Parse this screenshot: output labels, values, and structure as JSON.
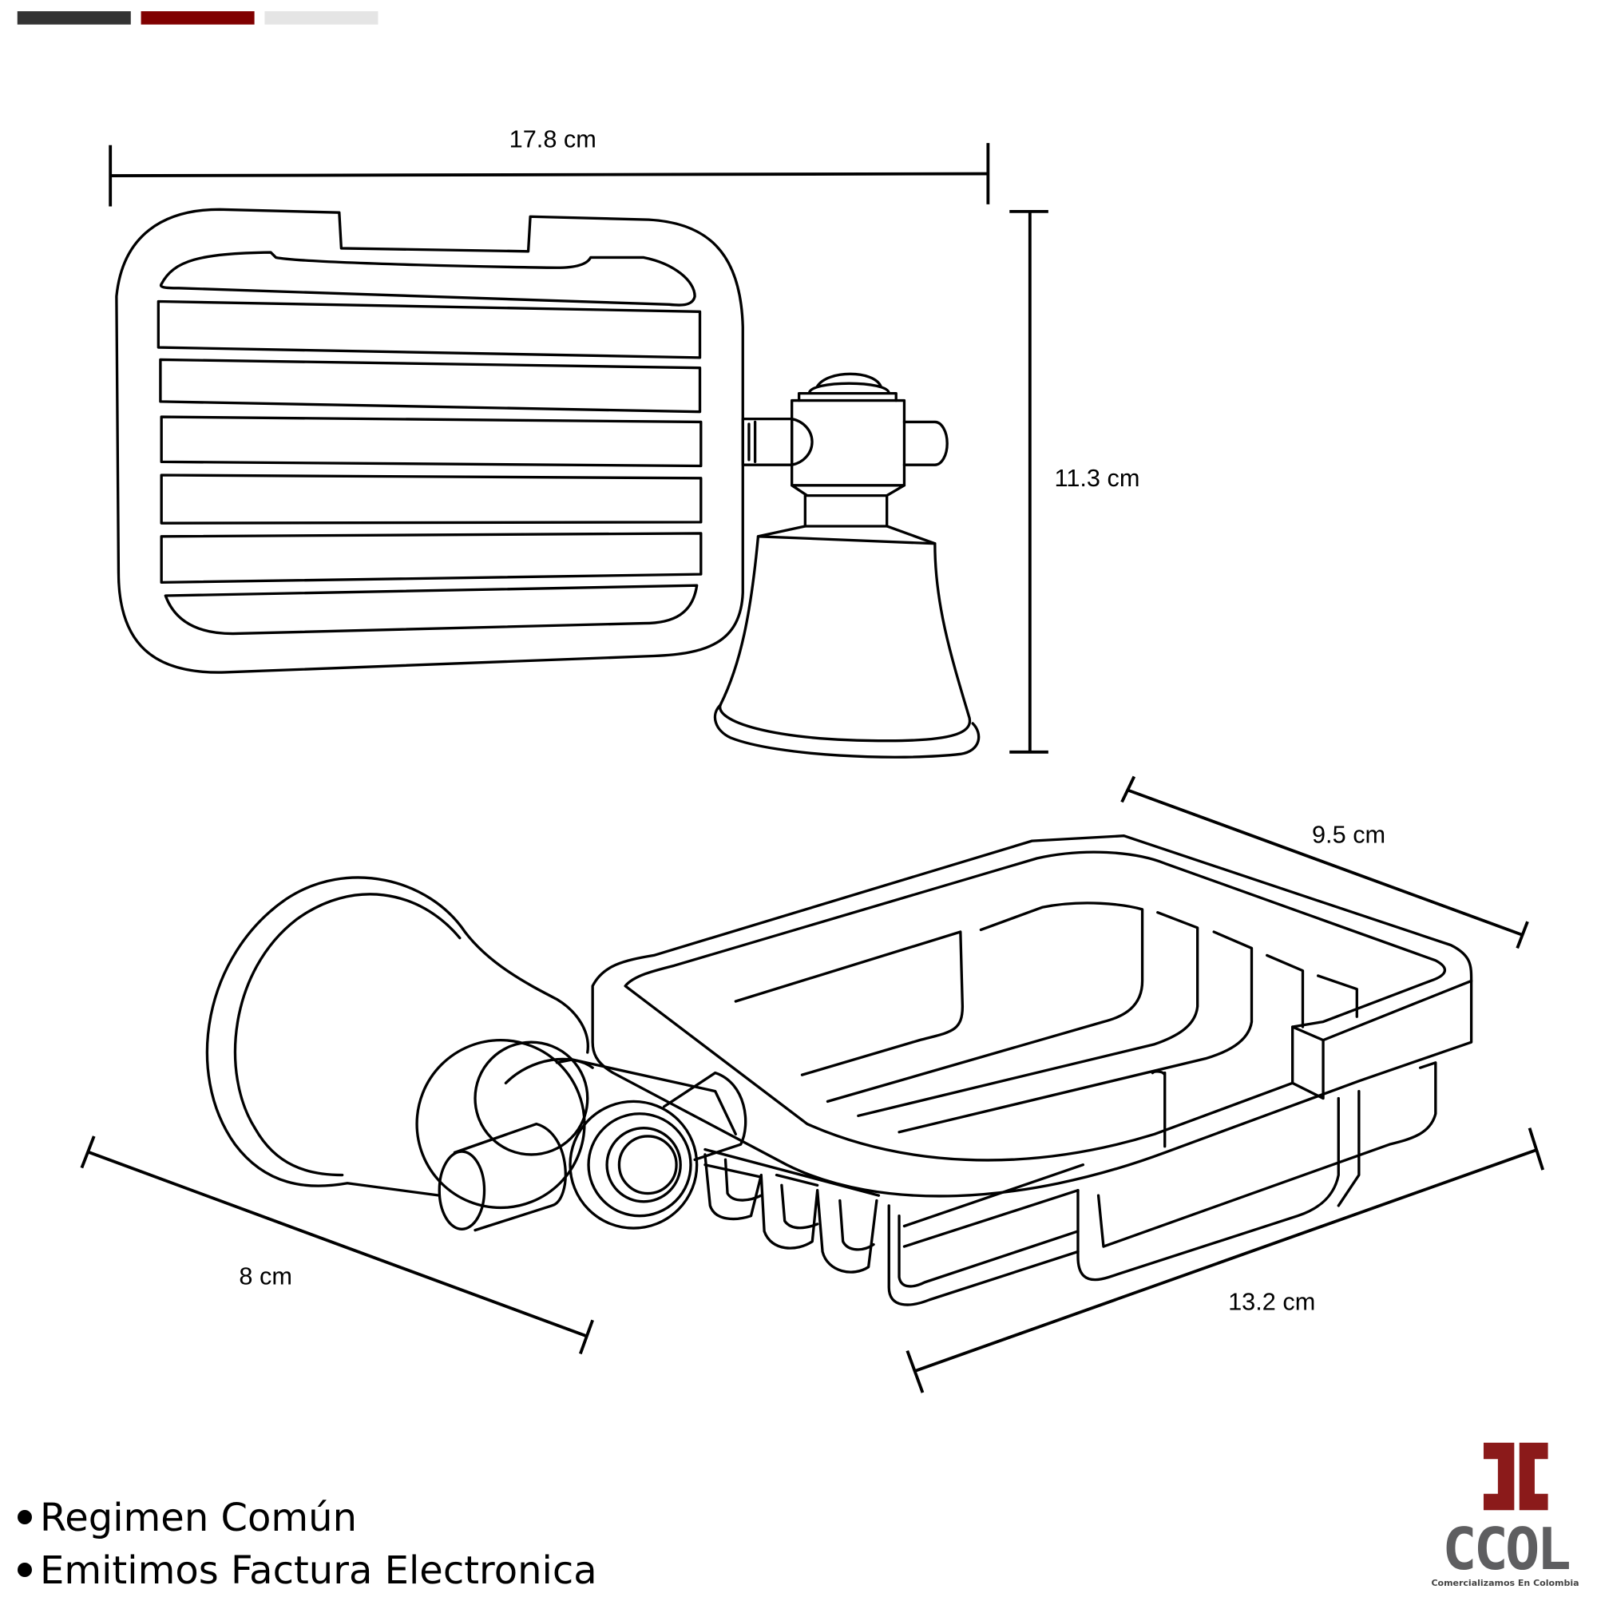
{
  "palette_bars": [
    {
      "name": "dark",
      "color": "#333333"
    },
    {
      "name": "red",
      "color": "#800000"
    },
    {
      "name": "light",
      "color": "#e5e5e5"
    }
  ],
  "dimensions": {
    "width": "17.8 cm",
    "height": "11.3 cm",
    "depth_back": "9.5 cm",
    "depth": "8 cm",
    "length": "13.2 cm"
  },
  "bullets": [
    "Regimen Común",
    "Emitimos Factura Electronica"
  ],
  "logo": {
    "name": "CCOL",
    "tagline": "Comercializamos En Colombia",
    "mark_color": "#8b1a1a",
    "text_color": "#5e5e60"
  }
}
